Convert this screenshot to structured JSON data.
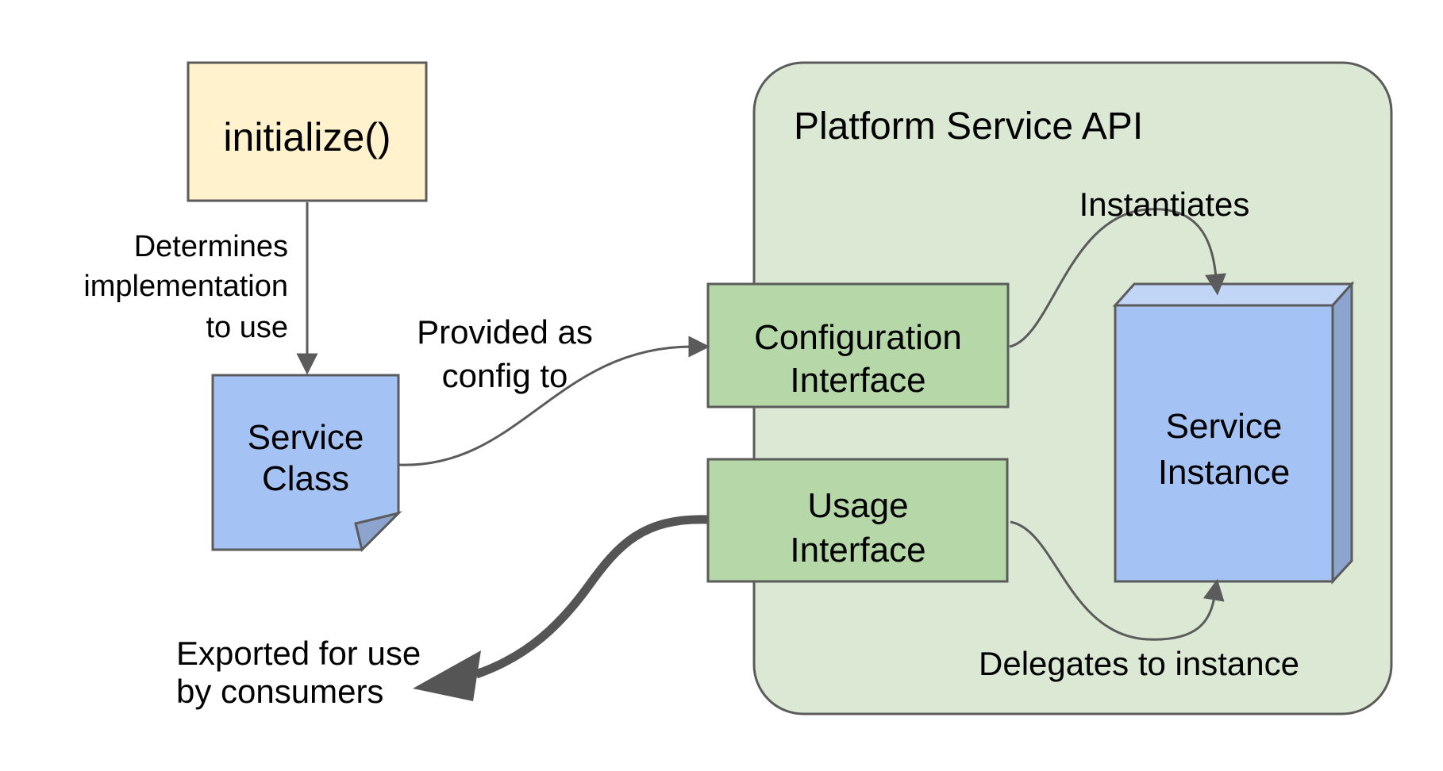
{
  "diagram": {
    "nodes": {
      "initialize": {
        "label": "initialize()"
      },
      "service_class": {
        "lines": [
          "Service",
          "Class"
        ]
      },
      "platform_container": {
        "label": "Platform Service API"
      },
      "configuration_interface": {
        "lines": [
          "Configuration",
          "Interface"
        ]
      },
      "usage_interface": {
        "lines": [
          "Usage",
          "Interface"
        ]
      },
      "service_instance": {
        "lines": [
          "Service",
          "Instance"
        ]
      }
    },
    "edges": {
      "determines": {
        "lines": [
          "Determines",
          "implementation",
          "to use"
        ]
      },
      "provided_as_config": {
        "lines": [
          "Provided as",
          "config to"
        ]
      },
      "instantiates": {
        "label": "Instantiates"
      },
      "delegates": {
        "label": "Delegates to instance"
      },
      "exported": {
        "lines": [
          "Exported for use",
          "by consumers"
        ]
      }
    },
    "colors": {
      "background": "#ffffff",
      "stroke": "#5b5b5b",
      "text": "#000000",
      "initialize_fill": "#fff2cc",
      "note_fill": "#a4c2f4",
      "note_fold_fill": "#8da4ce",
      "container_fill": "#dbe8d4",
      "interface_fill": "#b6d7a8",
      "instance_front_fill": "#a4c2f4",
      "instance_top_fill": "#c1d5f7",
      "instance_side_fill": "#8da4ce",
      "thick_arrow": "#555555"
    }
  }
}
